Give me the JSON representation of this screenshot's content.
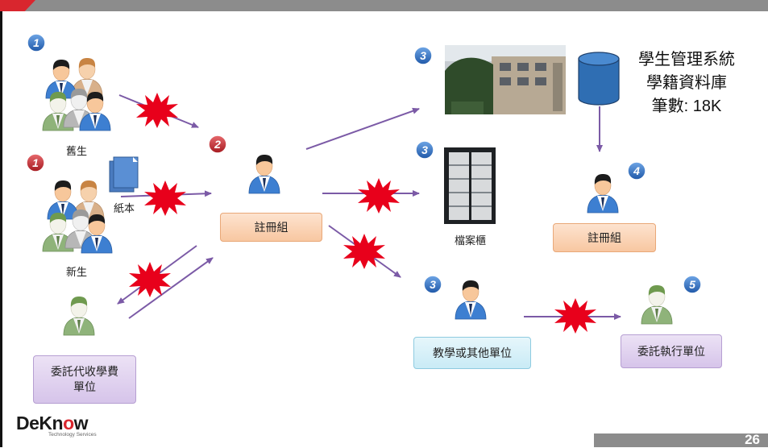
{
  "labels": {
    "old_students": "舊生",
    "new_students": "新生",
    "paper": "紙本",
    "registry_main": "註冊組",
    "registry_right": "註冊組",
    "consignee": "委託代收學費\n單位",
    "teaching_units": "教學或其他單位",
    "contractor": "委託執行單位",
    "file_cabinet": "檔案櫃",
    "system_line1": "學生管理系統",
    "system_line2": "學籍資料庫",
    "system_line3": "筆數: 18K"
  },
  "steps": {
    "old_students": "1",
    "new_students": "1",
    "registry_main": "2",
    "building": "3",
    "cabinet": "3",
    "teaching": "3",
    "registry_right": "4",
    "contractor": "5"
  },
  "logo": {
    "name_pre": "DeKn",
    "name_o": "o",
    "name_post": "w",
    "tagline": "Technology Services"
  },
  "page_number": "26",
  "colors": {
    "arrow": "#7b5aa6",
    "burst": "#e8001b",
    "step_blue": "#3a78c8",
    "step_red": "#c8282d"
  }
}
